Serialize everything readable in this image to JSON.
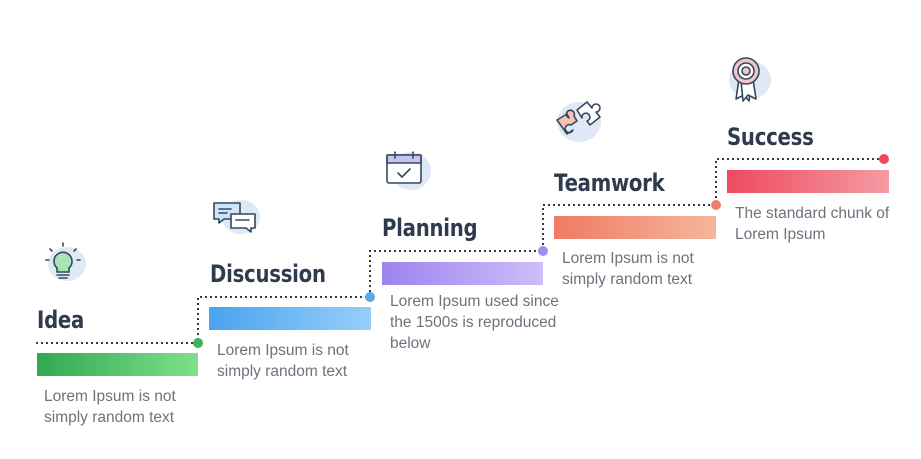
{
  "steps": [
    {
      "title": "Idea",
      "desc": "Lorem Ipsum is not simply random text",
      "bar_from": "#32a852",
      "bar_to": "#7ee08a",
      "dot": "#3fb25a",
      "icon": "lightbulb-icon"
    },
    {
      "title": "Discussion",
      "desc": "Lorem Ipsum is not simply random text",
      "bar_from": "#4aa3f0",
      "bar_to": "#96cef8",
      "dot": "#5aa9ee",
      "icon": "chat-bubbles-icon"
    },
    {
      "title": "Planning",
      "desc": "Lorem Ipsum used since the 1500s is reproduced below",
      "bar_from": "#9d84f0",
      "bar_to": "#cdbdf8",
      "dot": "#a58cf2",
      "icon": "calendar-icon"
    },
    {
      "title": "Teamwork",
      "desc": "Lorem Ipsum is not simply random text",
      "bar_from": "#f07a63",
      "bar_to": "#f5b69c",
      "dot": "#f07c6a",
      "icon": "puzzle-icon"
    },
    {
      "title": "Success",
      "desc": "The standard chunk of Lorem Ipsum",
      "bar_from": "#ee4a5e",
      "bar_to": "#f59aa3",
      "dot": "#ee4a5e",
      "icon": "award-badge-icon"
    }
  ],
  "colors": {
    "text_title": "#2f3b4c",
    "text_desc": "#6c737d",
    "line": "#3a3a3a",
    "icon_blob": "#dfe8f5",
    "icon_stroke": "#34495e"
  }
}
